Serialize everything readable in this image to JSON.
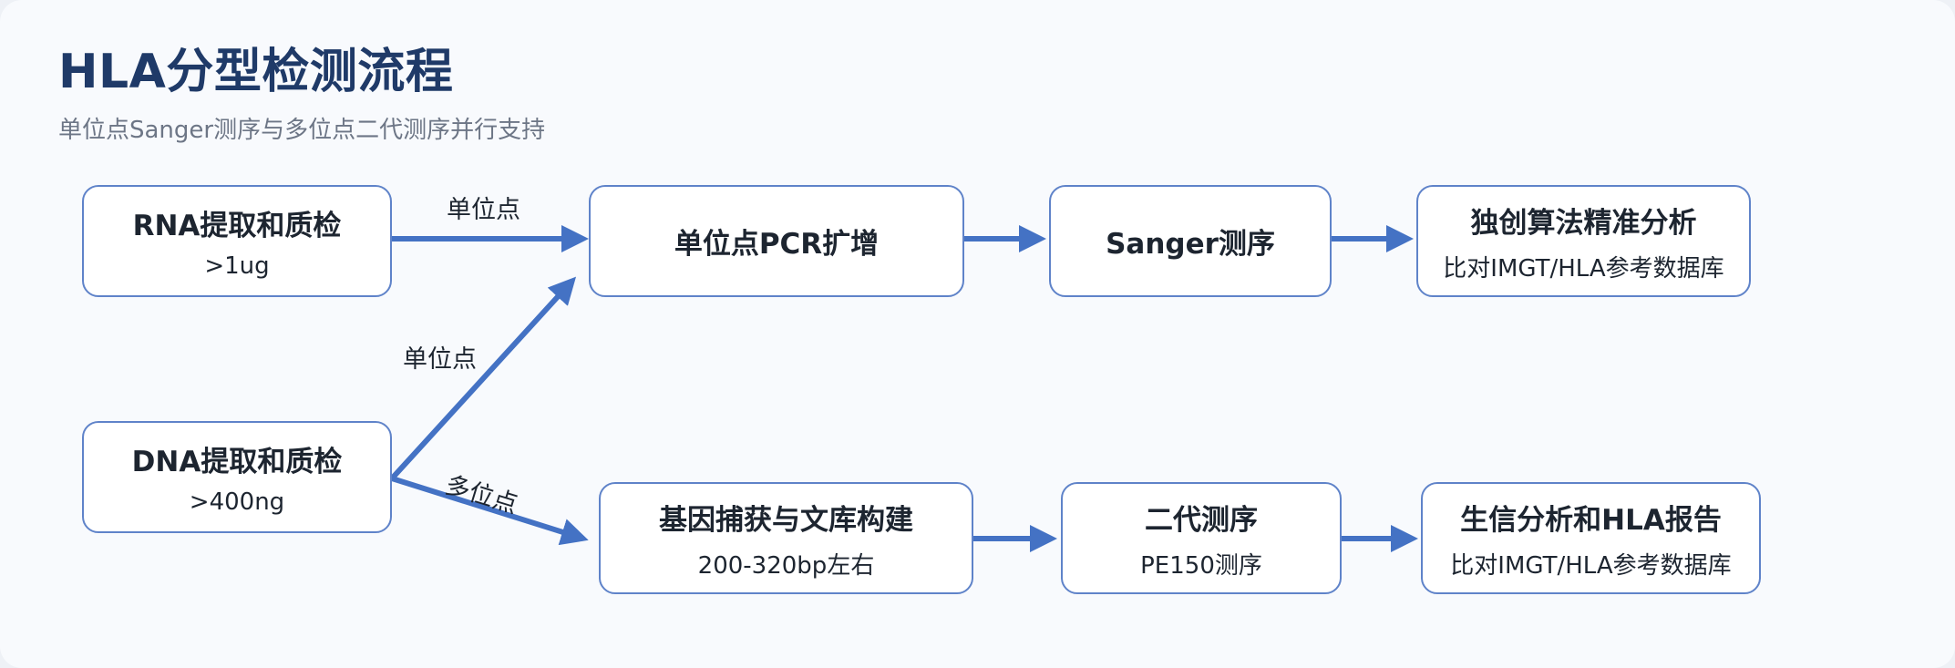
{
  "header": {
    "title": "HLA分型检测流程",
    "subtitle": "单位点Sanger测序与多位点二代测序并行支持"
  },
  "nodes": {
    "rna": {
      "main": "RNA提取和质检",
      "sub": ">1ug"
    },
    "dna": {
      "main": "DNA提取和质检",
      "sub": ">400ng"
    },
    "pcr": {
      "main": "单位点PCR扩增"
    },
    "sanger": {
      "main": "Sanger测序"
    },
    "analysis_single": {
      "main": "独创算法精准分析",
      "sub": "比对IMGT/HLA参考数据库"
    },
    "capture": {
      "main": "基因捕获与文库构建",
      "sub": "200-320bp左右"
    },
    "ngs": {
      "main": "二代测序",
      "sub": "PE150测序"
    },
    "report": {
      "main": "生信分析和HLA报告",
      "sub": "比对IMGT/HLA参考数据库"
    }
  },
  "edges": {
    "rna_to_pcr": "单位点",
    "dna_to_pcr": "单位点",
    "dna_to_capture": "多位点"
  },
  "colors": {
    "accent": "#4472c4",
    "box_border": "#5f83c9",
    "title": "#1f3a68",
    "subtitle": "#6d7686",
    "text": "#1d2530"
  }
}
